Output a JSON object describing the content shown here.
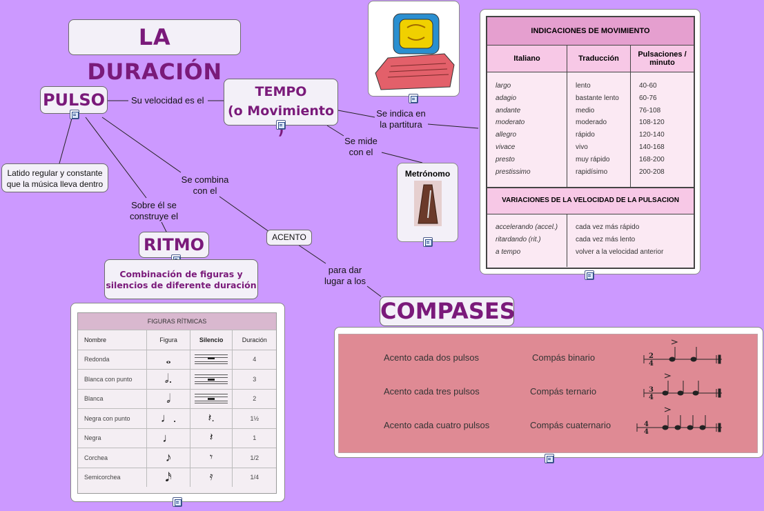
{
  "title": "LA DURACIÓN",
  "nodes": {
    "pulso": "PULSO",
    "tempo_line1": "TEMPO",
    "tempo_line2": "(o Movimiento )",
    "ritmo": "RITMO",
    "compases": "COMPASES",
    "acento": "ACENTO",
    "metronomo": "Metrónomo",
    "latido_line1": "Latido regular y constante",
    "latido_line2": "que la música lleva dentro",
    "ritmo_desc_line1": "Combinación de figuras y",
    "ritmo_desc_line2": "silencios de diferente duración"
  },
  "links": {
    "su_velocidad": "Su velocidad es el",
    "se_indica_1": "Se indica en",
    "se_indica_2": "la partitura",
    "se_mide_1": "Se mide",
    "se_mide_2": "con el",
    "se_combina_1": "Se combina",
    "se_combina_2": "con el",
    "sobre_el_1": "Sobre él se",
    "sobre_el_2": "construye el",
    "para_dar_1": "para dar",
    "para_dar_2": "lugar a los"
  },
  "movement_table": {
    "header": "INDICACIONES DE MOVIMIENTO",
    "columns": [
      "Italiano",
      "Traducción",
      "Pulsaciones / minuto"
    ],
    "italiano": [
      "largo",
      "adagio",
      "andante",
      "moderato",
      "allegro",
      "vivace",
      "presto",
      "prestissimo"
    ],
    "traduccion": [
      "lento",
      "bastante lento",
      "medio",
      "moderado",
      "rápido",
      "vivo",
      "muy rápido",
      "rapidísimo"
    ],
    "pulsaciones": [
      "40-60",
      "60-76",
      "76-108",
      "108-120",
      "120-140",
      "140-168",
      "168-200",
      "200-208"
    ],
    "variations_header": "VARIACIONES DE LA VELOCIDAD DE LA PULSACION",
    "variations_terms": [
      "accelerando (accel.)",
      "ritardando (rit.)",
      "a tempo"
    ],
    "variations_meanings": [
      "cada vez más rápido",
      "cada vez más lento",
      "volver a la velocidad anterior"
    ]
  },
  "figures_table": {
    "title": "FIGURAS RÍTMICAS",
    "columns": [
      "Nombre",
      "Figura",
      "Silencio",
      "Duración"
    ],
    "rows": [
      {
        "name": "Redonda",
        "figure": "𝅝",
        "duration": "4"
      },
      {
        "name": "Blanca con punto",
        "figure": "𝅗𝅥.",
        "duration": "3"
      },
      {
        "name": "Blanca",
        "figure": "𝅗𝅥",
        "duration": "2"
      },
      {
        "name": "Negra con punto",
        "figure": "♩.",
        "rest": "𝄽.",
        "duration": "1½"
      },
      {
        "name": "Negra",
        "figure": "♩",
        "rest": "𝄽",
        "duration": "1"
      },
      {
        "name": "Corchea",
        "figure": "♪",
        "rest": "𝄾",
        "duration": "1/2"
      },
      {
        "name": "Semicorchea",
        "figure": "𝅘𝅥𝅯",
        "rest": "𝄿",
        "duration": "1/4"
      }
    ]
  },
  "compases_table": {
    "rows": [
      {
        "accent": "Acento cada dos pulsos",
        "name": "Compás binario",
        "time_top": "2",
        "time_bottom": "4"
      },
      {
        "accent": "Acento cada tres pulsos",
        "name": "Compás ternario",
        "time_top": "3",
        "time_bottom": "4"
      },
      {
        "accent": "Acento cada cuatro pulsos",
        "name": "Compás cuaternario",
        "time_top": "4",
        "time_bottom": "4"
      }
    ]
  },
  "colors": {
    "background": "#cc99ff",
    "title_purple": "#7a1a7a",
    "table_pink": "#e59fcf",
    "compases_pink": "#df8a94"
  }
}
